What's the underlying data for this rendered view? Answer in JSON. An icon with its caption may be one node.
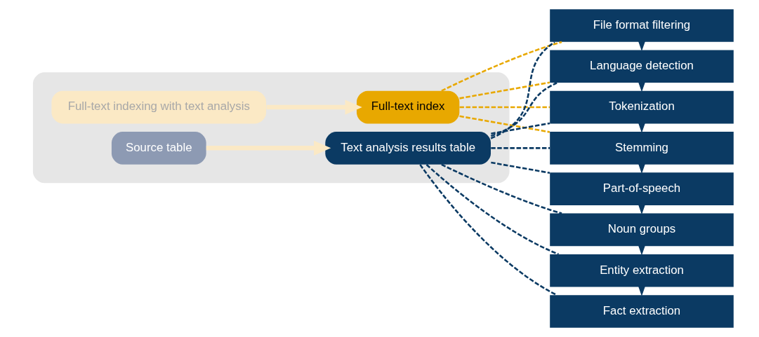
{
  "diagram": {
    "nodes": [
      {
        "text": [],
        "shape": "box"
      },
      {
        "text": [
          "Source table"
        ],
        "in": 0
      },
      {
        "text": [
          "Full-text index"
        ],
        "in": 0
      },
      {
        "text": [
          "Full-text indexing with text analysis"
        ],
        "in": 0
      },
      {
        "text": [
          "Text analysis results table"
        ],
        "in": 0
      },
      {
        "text": [
          "File format filtering"
        ]
      },
      {
        "text": [
          "Language detection"
        ]
      },
      {
        "text": [
          "Tokenization"
        ]
      },
      {
        "text": [
          "Stemming"
        ]
      },
      {
        "text": [
          "Part-of-speech"
        ]
      },
      {
        "text": [
          "Noun groups"
        ]
      },
      {
        "text": [
          "Entity extraction"
        ]
      },
      {
        "text": [
          "Fact extraction"
        ]
      }
    ],
    "edges": [
      {
        "from": 1,
        "to": 4,
        "arrow": "to",
        "style": "thick",
        "color": "#fbe9c5"
      },
      {
        "from": 3,
        "to": 2,
        "arrow": "to",
        "style": "thick",
        "color": "#fbe9c5"
      },
      {
        "from": 5,
        "to": 6,
        "arrow": "to"
      },
      {
        "from": 6,
        "to": 7,
        "arrow": "to"
      },
      {
        "from": 7,
        "to": 8,
        "arrow": "to"
      },
      {
        "from": 8,
        "to": 9,
        "arrow": "to"
      },
      {
        "from": 9,
        "to": 10,
        "arrow": "to"
      },
      {
        "from": 10,
        "to": 11,
        "arrow": "to"
      },
      {
        "from": 11,
        "to": 12,
        "arrow": "to"
      },
      {
        "from": 2,
        "to": 5,
        "arrow": "none",
        "style": "dashed",
        "color": "#e8a800"
      },
      {
        "from": 2,
        "to": 6,
        "arrow": "none",
        "style": "dashed",
        "color": "#e8a800"
      },
      {
        "from": 2,
        "to": 7,
        "arrow": "none",
        "style": "dashed",
        "color": "#e8a800"
      },
      {
        "from": 2,
        "to": 8,
        "arrow": "none",
        "style": "dashed",
        "color": "#e8a800"
      },
      {
        "from": 4,
        "to": 5,
        "arrow": "none",
        "style": "dashed"
      },
      {
        "from": 4,
        "to": 6,
        "arrow": "none",
        "style": "dashed"
      },
      {
        "from": 4,
        "to": 7,
        "arrow": "none",
        "style": "dashed"
      },
      {
        "from": 4,
        "to": 8,
        "arrow": "none",
        "style": "dashed"
      },
      {
        "from": 4,
        "to": 9,
        "arrow": "none",
        "style": "dashed"
      },
      {
        "from": 4,
        "to": 10,
        "arrow": "none",
        "style": "dashed"
      },
      {
        "from": 4,
        "to": 11,
        "arrow": "none",
        "style": "dashed"
      },
      {
        "from": 4,
        "to": 12,
        "arrow": "none",
        "style": "dashed"
      }
    ]
  }
}
